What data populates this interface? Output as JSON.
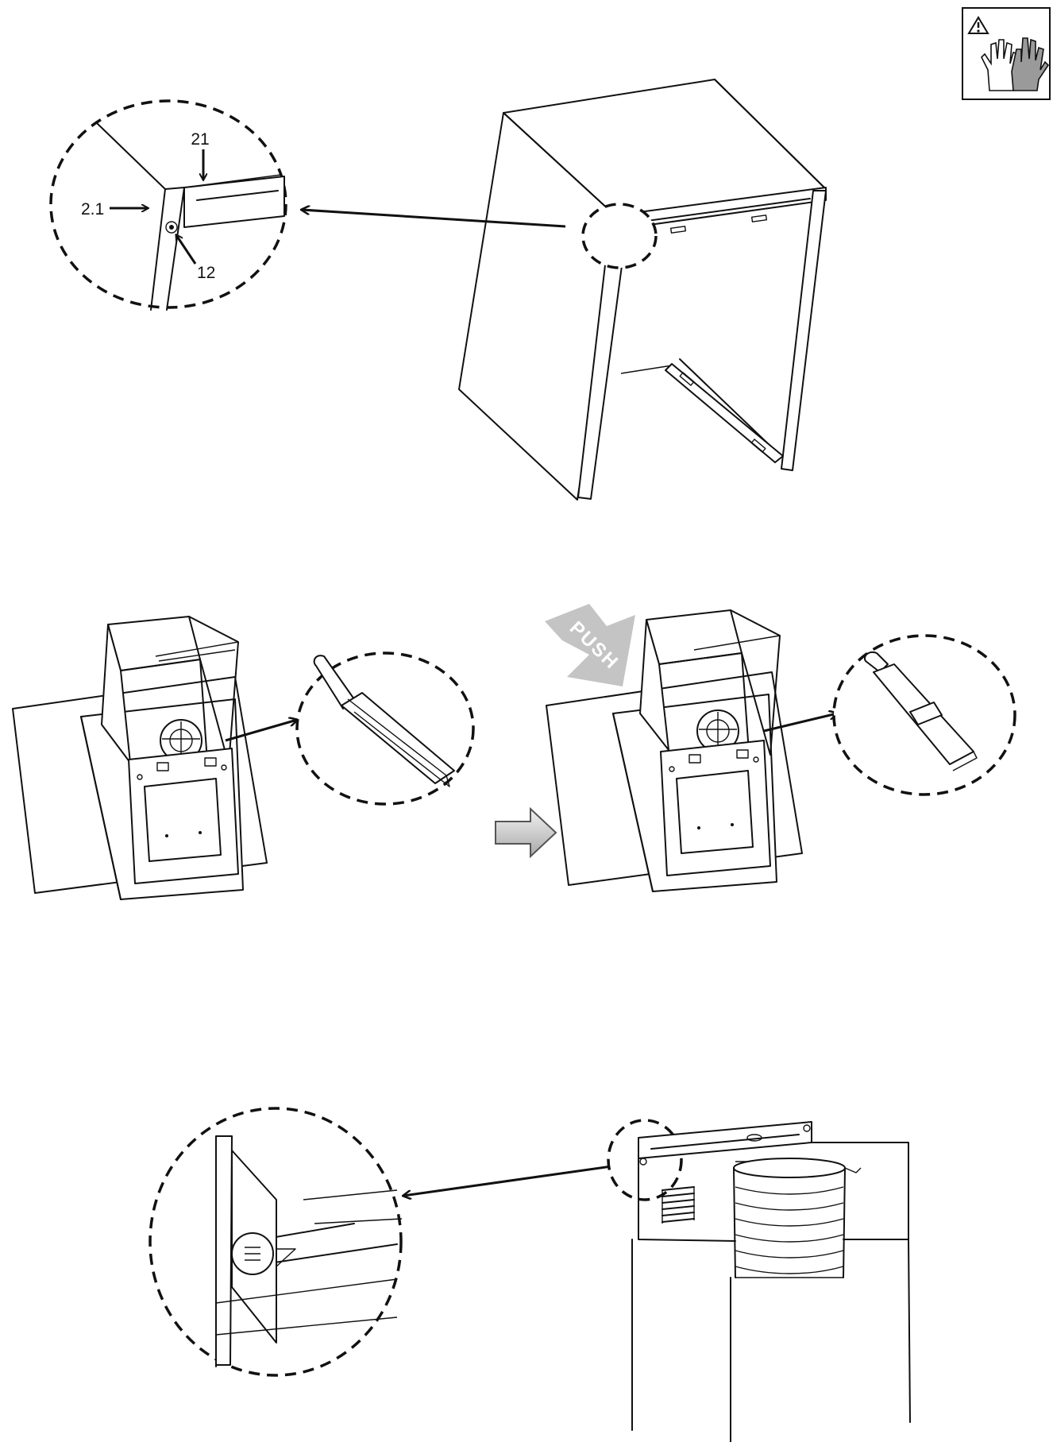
{
  "warning_badge": {
    "icon": "gloves-warning-icon"
  },
  "figure1": {
    "labels": {
      "top": "21",
      "left": "2.1",
      "screw": "12"
    }
  },
  "figure2": {
    "push_label": "PUSH",
    "push_arrow_color": "#c4c4c4",
    "next_arrow_color": "#cccccc"
  },
  "figure3": {}
}
